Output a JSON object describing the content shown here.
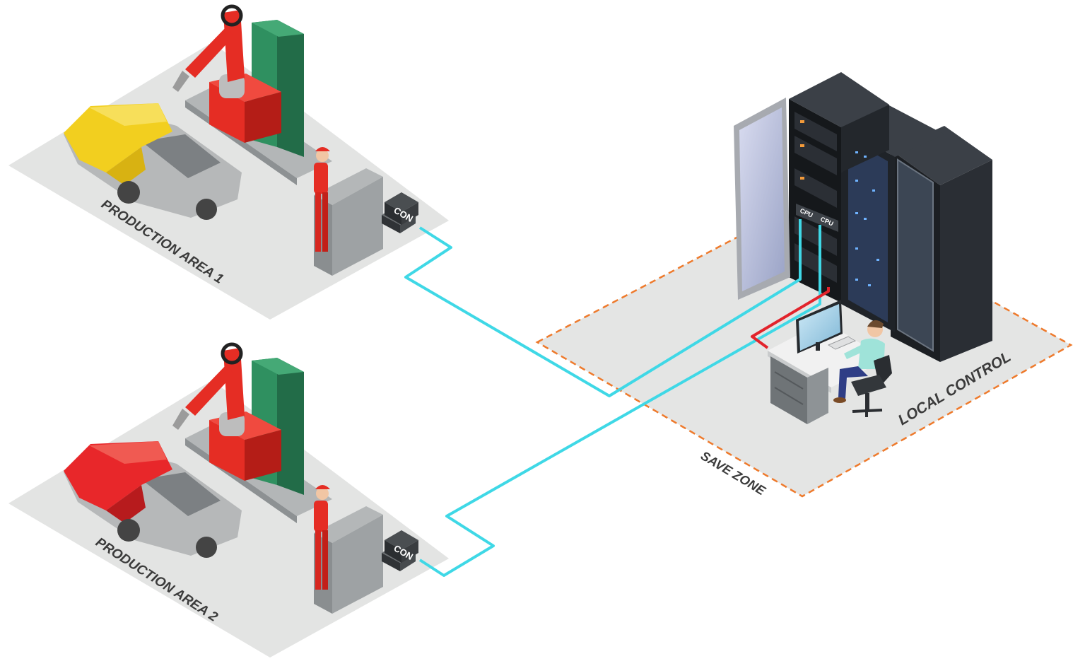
{
  "areas": [
    {
      "label": "PRODUCTION AREA 1",
      "controller": "CON",
      "car_color": "#f2cf1f"
    },
    {
      "label": "PRODUCTION AREA 2",
      "controller": "CON",
      "car_color": "#e8272a"
    }
  ],
  "control": {
    "label": "LOCAL CONTROL",
    "zone_label": "SAVE ZONE",
    "cpu_labels": [
      "CPU",
      "CPU"
    ]
  },
  "colors": {
    "network_link": "#3fd8e6",
    "local_link": "#e2232b",
    "zone_border": "#ee7a2c",
    "platform": "#e3e4e3",
    "robot": "#e52d24",
    "pillar": "#2d8a58",
    "server_rack": "#262a2f"
  }
}
